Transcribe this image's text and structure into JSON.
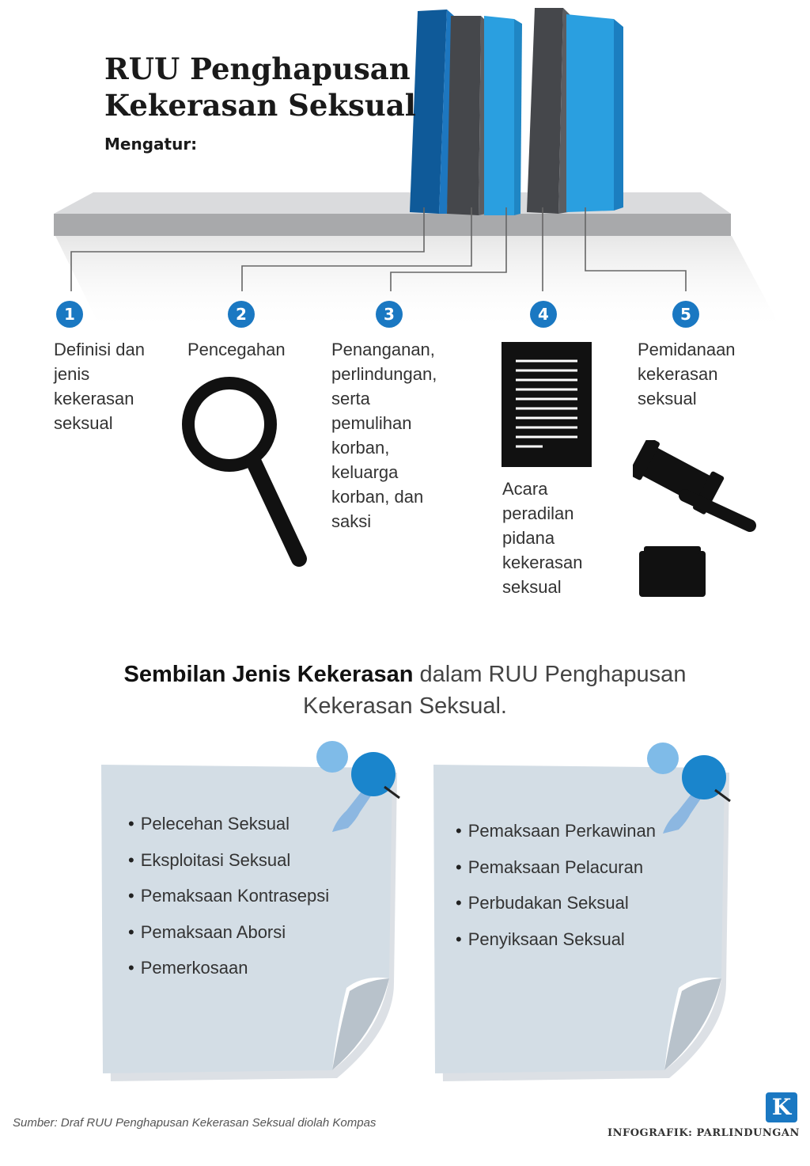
{
  "header": {
    "title_line1": "RUU Penghapusan",
    "title_line2": "Kekerasan Seksual",
    "subtitle": "Mengatur:"
  },
  "items": [
    {
      "number": "1",
      "text": "Definisi dan jenis kekerasan seksual",
      "icon": "none"
    },
    {
      "number": "2",
      "text": "Pencegahan",
      "icon": "magnifying-glass-icon"
    },
    {
      "number": "3",
      "text": "Penanganan, perlindungan, serta pemulihan korban, keluarga korban, dan saksi",
      "icon": "none"
    },
    {
      "number": "4",
      "text": "Acara peradilan pidana kekerasan seksual",
      "icon": "document-icon"
    },
    {
      "number": "5",
      "text": "Pemidanaan kekerasan seksual",
      "icon": "gavel-icon"
    }
  ],
  "section": {
    "bold": "Sembilan Jenis Kekerasan",
    "rest": "dalam RUU Penghapusan Kekerasan Seksual."
  },
  "notes": {
    "left": [
      "Pelecehan Seksual",
      "Eksploitasi Seksual",
      "Pemaksaan Kontrasepsi",
      "Pemaksaan Aborsi",
      "Pemerkosaan"
    ],
    "right": [
      "Pemaksaan Perkawinan",
      "Pemaksaan Pelacuran",
      "Perbudakan Seksual",
      "Penyiksaan Seksual"
    ]
  },
  "footer": {
    "source": "Sumber: Draf RUU Penghapusan Kekerasan Seksual diolah Kompas",
    "credit": "INFOGRAFIK: PARLINDUNGAN",
    "logo": "K"
  },
  "colors": {
    "accent": "#1a78c2",
    "book_dark_blue": "#1565a8",
    "book_light_blue": "#2a9fe0",
    "book_gray": "#4a4c50",
    "shelf": "#c9cacc",
    "note": "#d3dde5"
  }
}
